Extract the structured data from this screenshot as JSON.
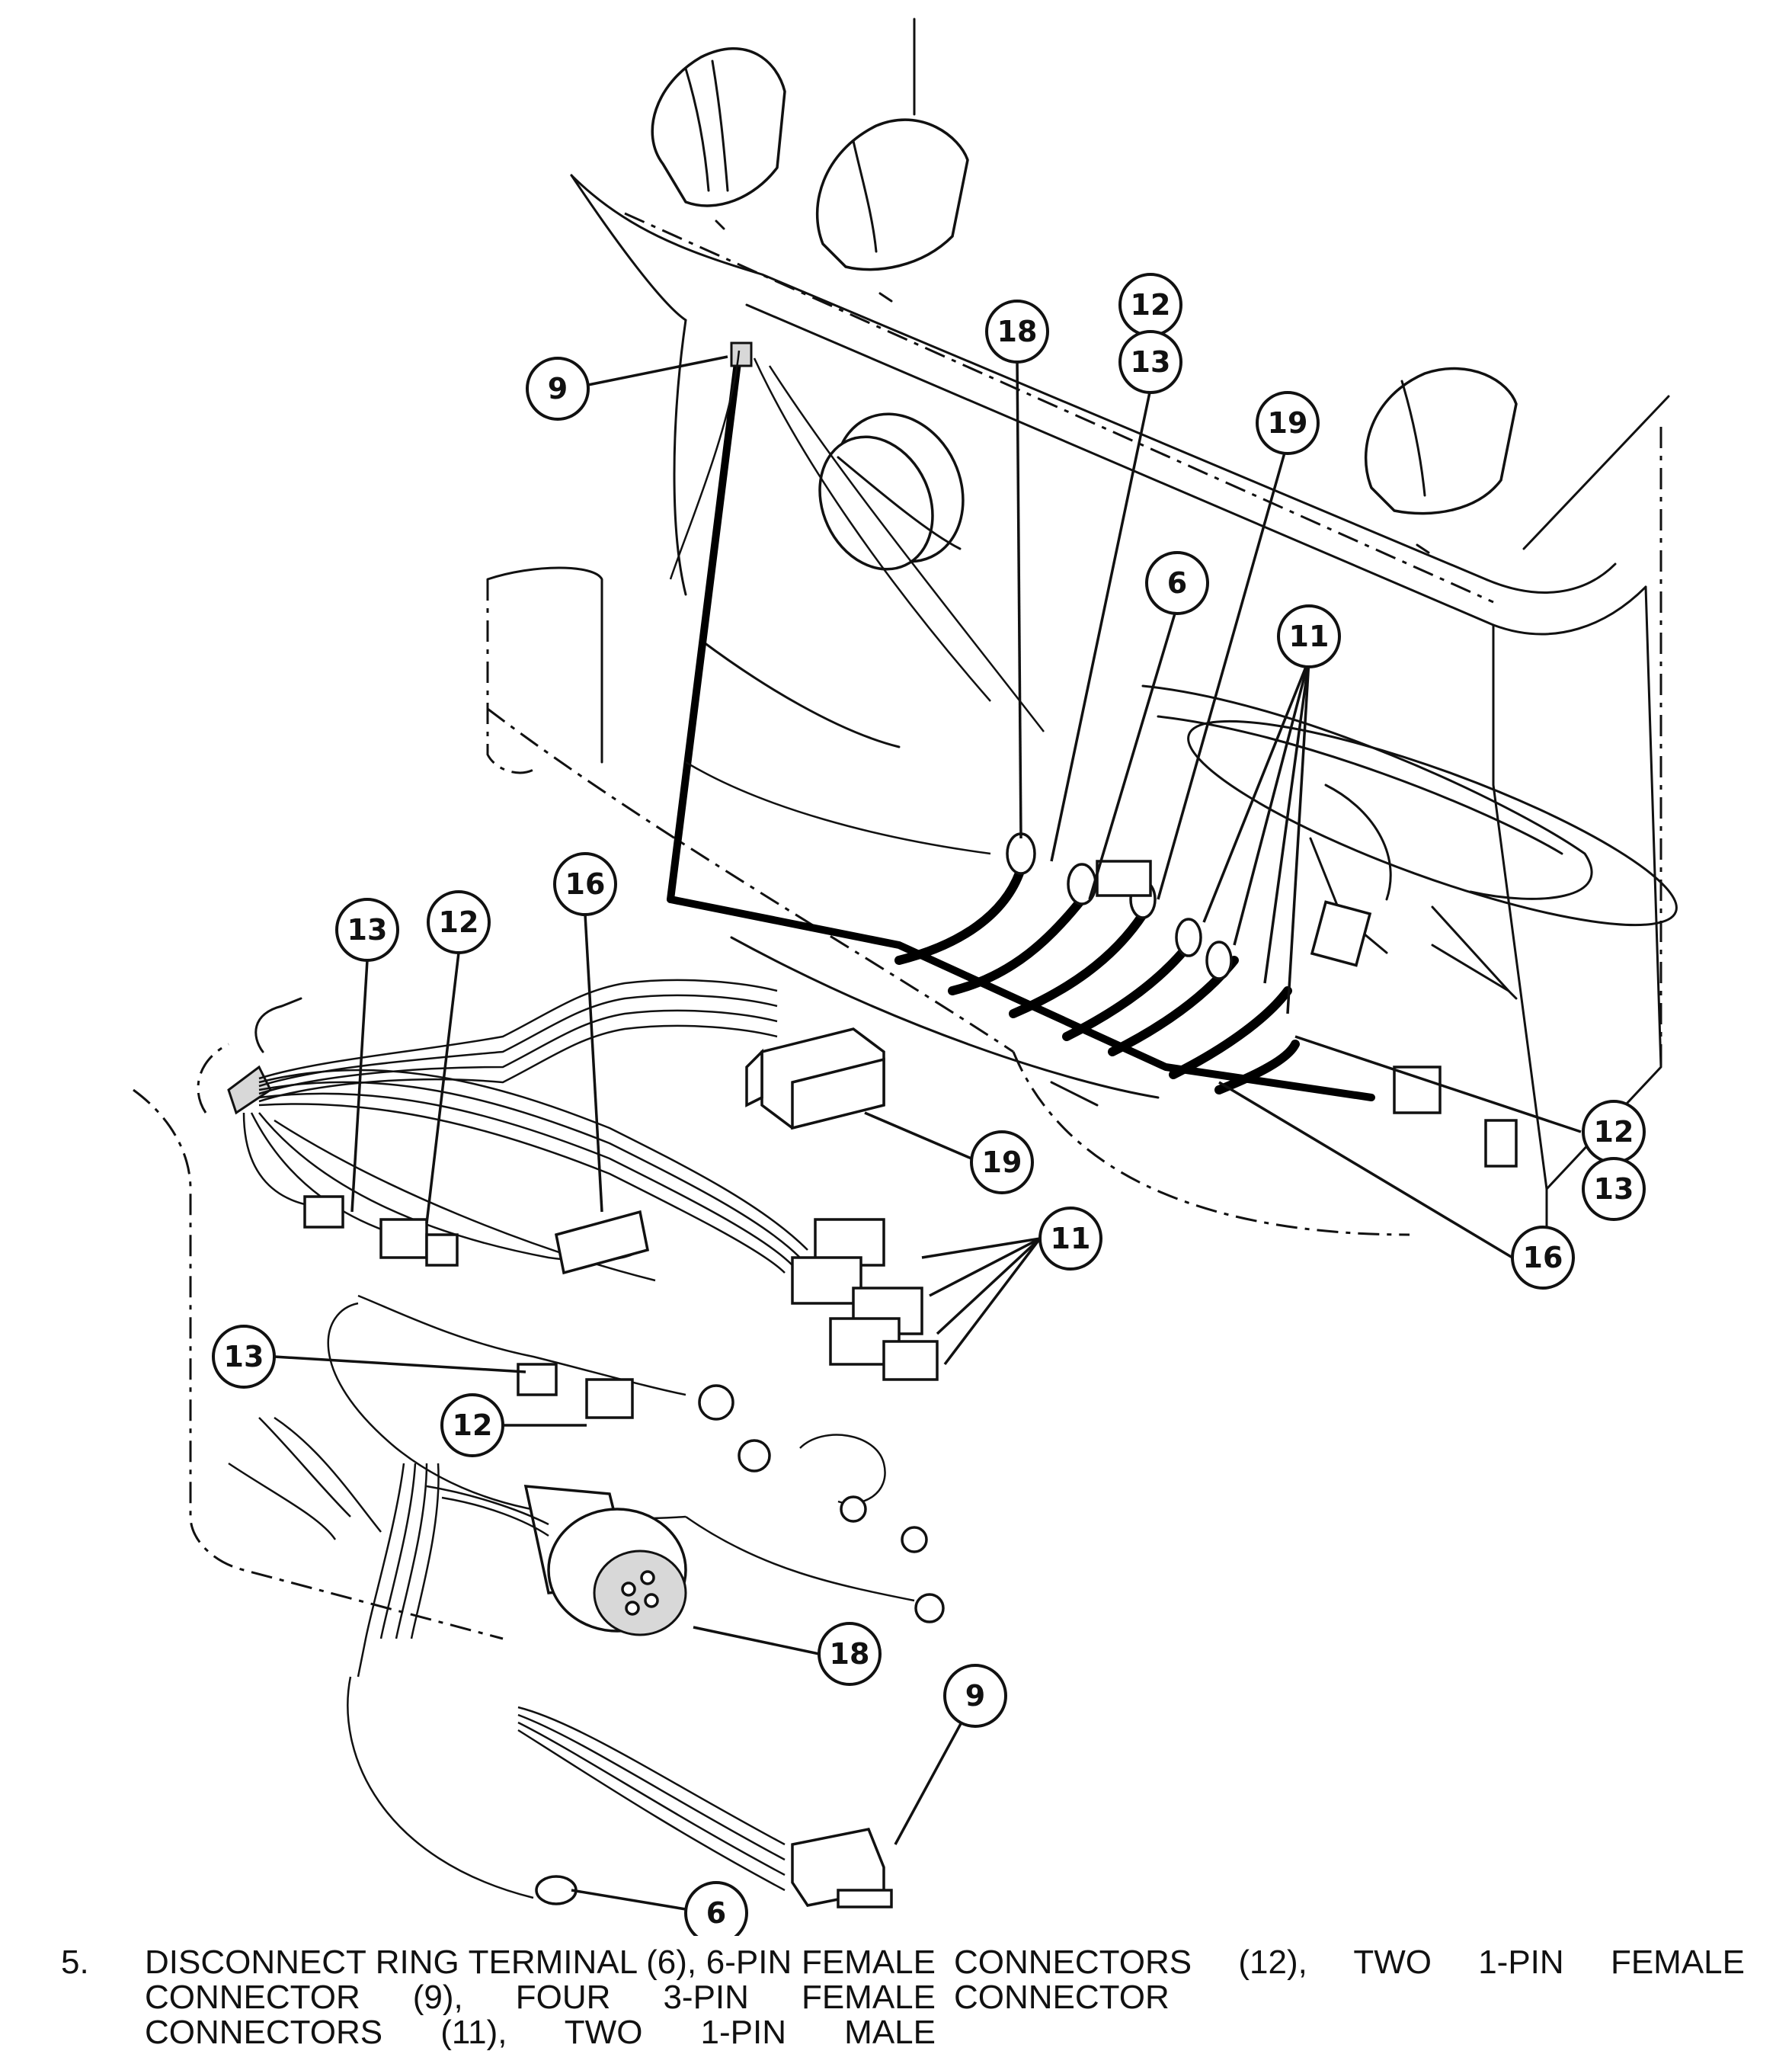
{
  "callouts": [
    {
      "id": "c9a",
      "label": "9"
    },
    {
      "id": "c18a",
      "label": "18"
    },
    {
      "id": "c12a",
      "label": "12"
    },
    {
      "id": "c13a",
      "label": "13"
    },
    {
      "id": "c19a",
      "label": "19"
    },
    {
      "id": "c6a",
      "label": "6"
    },
    {
      "id": "c11a",
      "label": "11"
    },
    {
      "id": "c12b",
      "label": "12"
    },
    {
      "id": "c13b",
      "label": "13"
    },
    {
      "id": "c16a",
      "label": "16"
    },
    {
      "id": "c13c",
      "label": "13"
    },
    {
      "id": "c12c",
      "label": "12"
    },
    {
      "id": "c16b",
      "label": "16"
    },
    {
      "id": "c19b",
      "label": "19"
    },
    {
      "id": "c11b",
      "label": "11"
    },
    {
      "id": "c13d",
      "label": "13"
    },
    {
      "id": "c12d",
      "label": "12"
    },
    {
      "id": "c18b",
      "label": "18"
    },
    {
      "id": "c9b",
      "label": "9"
    },
    {
      "id": "c6b",
      "label": "6"
    }
  ],
  "step": {
    "number": "5.",
    "text": "DISCONNECT RING TERMINAL (6), 6-PIN FEMALE CONNECTOR (9), FOUR 3-PIN FEMALE CONNECTORS (11), TWO 1-PIN MALE CONNECTORS (12), TWO 1-PIN FEMALE CONNECTOR"
  }
}
